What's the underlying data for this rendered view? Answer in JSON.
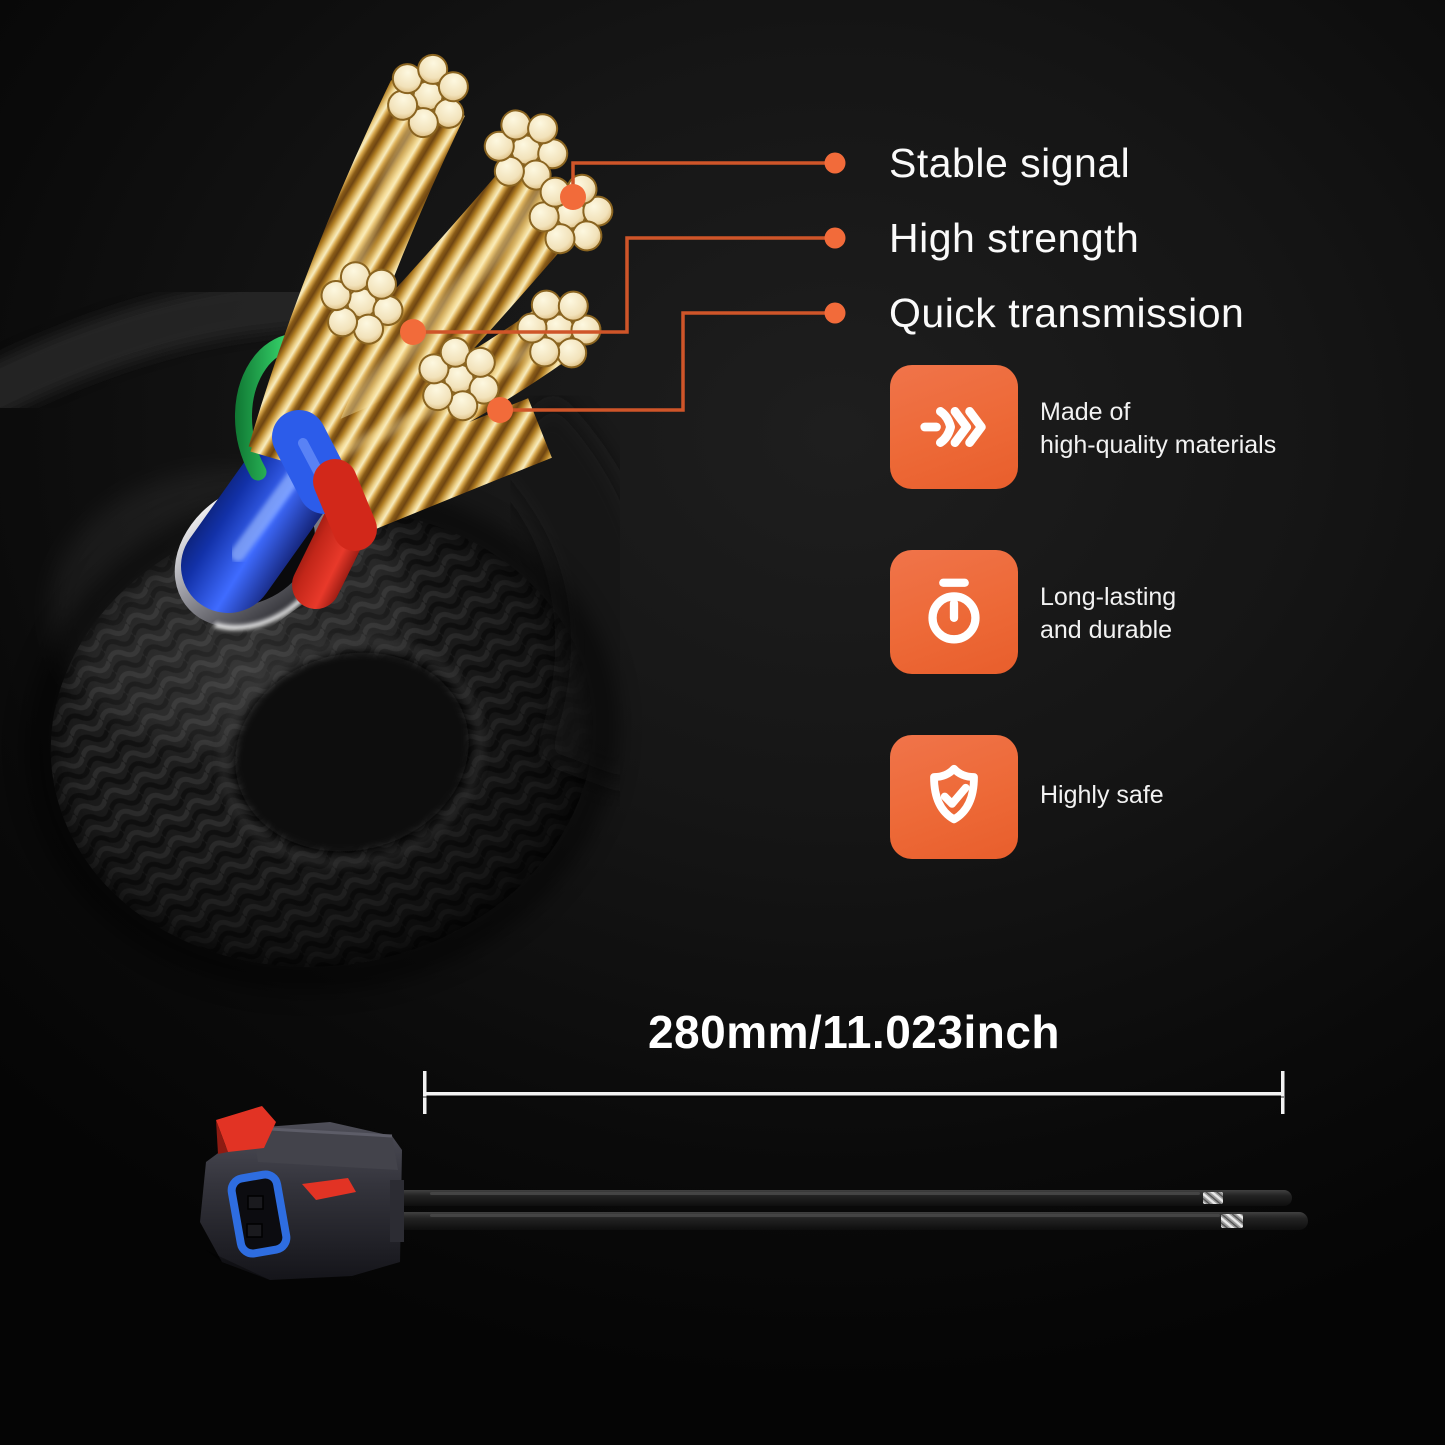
{
  "colors": {
    "accent": "#ee6a38",
    "callout_line": "#cf5529",
    "text": "#f5f5f5",
    "background": "#0e0e0e",
    "gold_wire": "#d9a245",
    "metal_collar": "#c9c9cf"
  },
  "features": [
    {
      "label": "Stable signal"
    },
    {
      "label": "High strength"
    },
    {
      "label": "Quick transmission"
    }
  ],
  "benefits": [
    {
      "icon": "speed-icon",
      "line1": "Made of",
      "line2": "high-quality materials"
    },
    {
      "icon": "stopwatch-icon",
      "line1": "Long-lasting",
      "line2": "and durable"
    },
    {
      "icon": "shield-check-icon",
      "line1": "Highly safe"
    }
  ],
  "measurement": {
    "label": "280mm/11.023inch"
  }
}
